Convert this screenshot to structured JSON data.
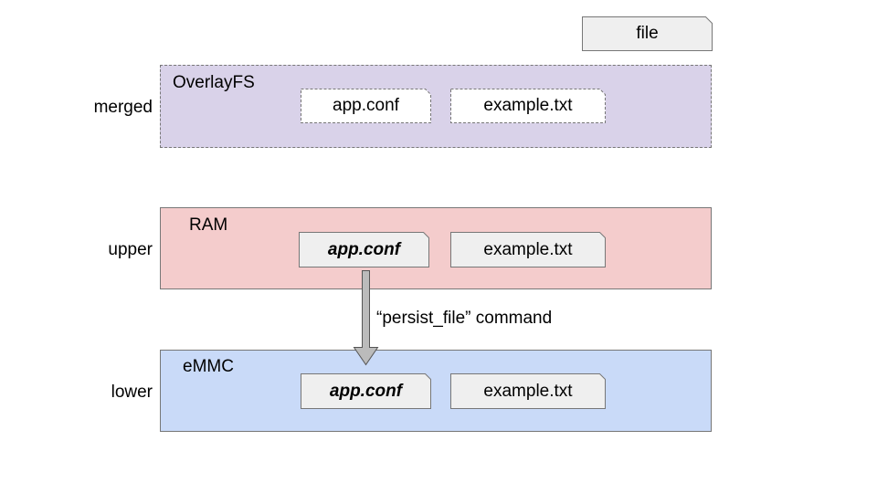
{
  "legend": {
    "label": "file"
  },
  "layers": {
    "merged": {
      "label": "merged",
      "fs_name": "OverlayFS",
      "color": "#d9d2e9",
      "files": [
        "app.conf",
        "example.txt"
      ]
    },
    "upper": {
      "label": "upper",
      "fs_name": "RAM",
      "color": "#f4cccc",
      "files": [
        "app.conf",
        "example.txt"
      ]
    },
    "lower": {
      "label": "lower",
      "fs_name": "eMMC",
      "color": "#c9daf8",
      "files": [
        "app.conf",
        "example.txt"
      ]
    }
  },
  "arrow": {
    "label": "“persist_file” command"
  },
  "colors": {
    "file_fill": "#efefef",
    "border": "#777777",
    "arrow_fill": "#bbbbbb"
  }
}
